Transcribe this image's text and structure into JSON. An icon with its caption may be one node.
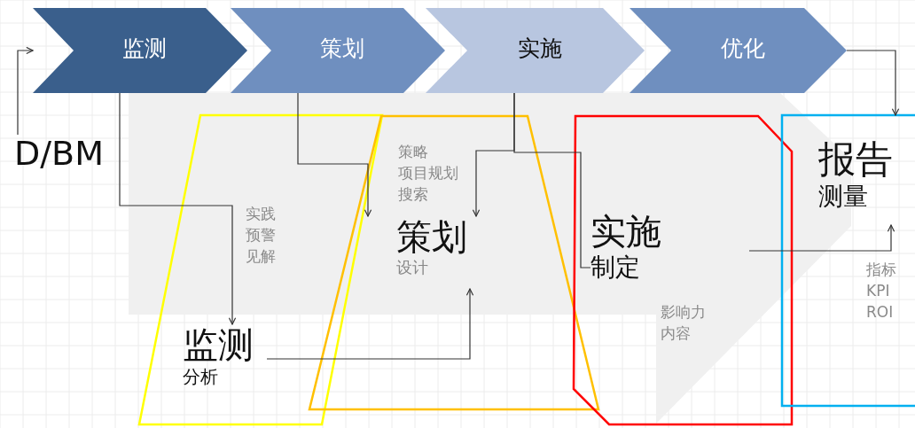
{
  "diagram": {
    "nodes": [
      {
        "text": [
          "监测"
        ]
      },
      {
        "text": [
          "策划"
        ]
      },
      {
        "text": [
          "实施"
        ]
      },
      {
        "text": [
          "优化"
        ]
      },
      {
        "text": [
          "D/BM"
        ]
      },
      {
        "text": [
          "实践",
          "预警",
          "见解"
        ]
      },
      {
        "text": [
          "监测",
          "分析"
        ],
        "in": 5
      },
      {
        "text": [
          "策略",
          "项目规划",
          "搜索"
        ]
      },
      {
        "text": [
          "策划",
          "设计"
        ],
        "in": 7
      },
      {
        "text": [
          "影响力",
          "内容"
        ]
      },
      {
        "text": [
          "实施",
          "制定"
        ],
        "in": 9
      },
      {
        "text": [
          "指标",
          "KPI",
          "ROI"
        ]
      },
      {
        "text": [
          "报告",
          "测量"
        ],
        "in": 11
      }
    ],
    "edges": [
      {
        "from": 4,
        "to": 0,
        "arrow": "to"
      },
      {
        "from": 0,
        "to": 6,
        "arrow": "to"
      },
      {
        "from": 1,
        "to": 8,
        "arrow": "to"
      },
      {
        "from": 2,
        "to": 8,
        "arrow": "to"
      },
      {
        "from": 2,
        "to": 10,
        "arrow": "none"
      },
      {
        "from": 3,
        "to": 11,
        "arrow": "to"
      },
      {
        "from": 6,
        "to": 8,
        "arrow": "to"
      },
      {
        "from": null,
        "to": 12,
        "arrow": "to"
      }
    ]
  }
}
